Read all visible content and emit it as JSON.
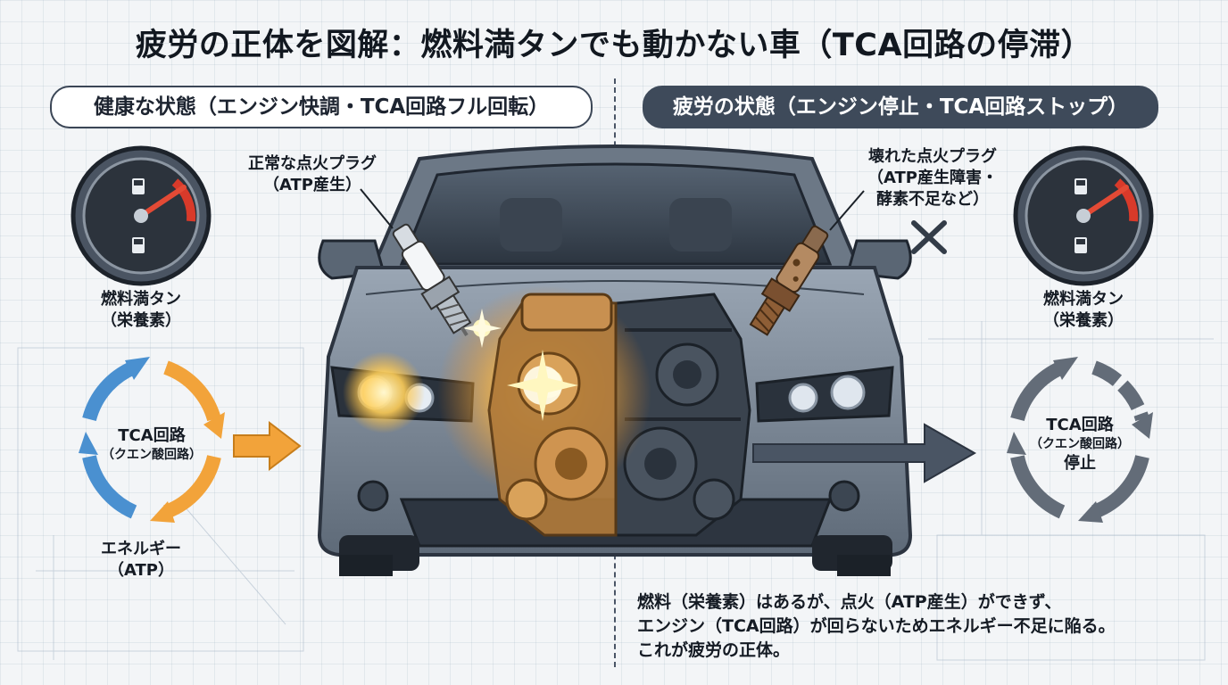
{
  "title": "疲労の正体を図解：燃料満タンでも動かない車（TCA回路の停滞）",
  "left": {
    "header": "健康な状態（エンジン快調・TCA回路フル回転）",
    "spark_plug_label": [
      "正常な点火プラグ",
      "（ATP産生）"
    ],
    "fuel_label": [
      "燃料満タン",
      "（栄養素）"
    ],
    "cycle_label": [
      "TCA回路",
      "（クエン酸回路）"
    ],
    "energy_label": [
      "エネルギー",
      "（ATP）"
    ]
  },
  "right": {
    "header": "疲労の状態（エンジン停止・TCA回路ストップ）",
    "spark_plug_label": [
      "壊れた点火プラグ",
      "（ATP産生障害・",
      "酵素不足など）"
    ],
    "fuel_label": [
      "燃料満タン",
      "（栄養素）"
    ],
    "cycle_label": [
      "TCA回路",
      "（クエン酸回路）",
      "停止"
    ],
    "caption": [
      "燃料（栄養素）はあるが、点火（ATP産生）ができず、",
      "エンジン（TCA回路）が回らないためエネルギー不足に陥る。",
      "これが疲労の正体。"
    ]
  },
  "colors": {
    "cycle_blue": "#4a90d0",
    "cycle_orange": "#f2a33a",
    "cycle_gray": "#636c78",
    "gauge_red": "#d83a2a",
    "pill_dark": "#3e4a5a",
    "glow": "#ffb52e"
  },
  "icons": [
    "fuel-pump-icon",
    "x-mark-icon",
    "arrow-right-icon",
    "cycle-arrow-icon",
    "spark-icon"
  ]
}
